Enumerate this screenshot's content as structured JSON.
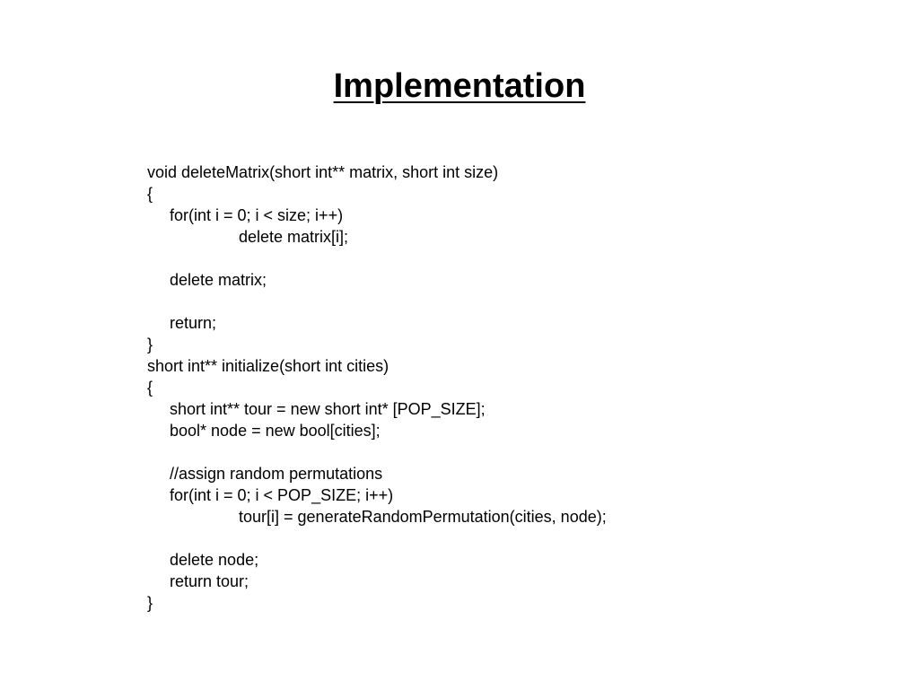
{
  "slide": {
    "title": "Implementation"
  },
  "code": {
    "lines": [
      {
        "text": "void deleteMatrix(short int** matrix, short int size)",
        "indent": 0
      },
      {
        "text": "{",
        "indent": 0
      },
      {
        "text": "for(int i = 0; i < size; i++)",
        "indent": 1
      },
      {
        "text": "delete matrix[i];",
        "indent": 2
      },
      {
        "text": "",
        "indent": 0
      },
      {
        "text": "delete matrix;",
        "indent": 1
      },
      {
        "text": "",
        "indent": 0
      },
      {
        "text": "return;",
        "indent": 1
      },
      {
        "text": "}",
        "indent": 0
      },
      {
        "text": "short int** initialize(short int cities)",
        "indent": 0
      },
      {
        "text": "{",
        "indent": 0
      },
      {
        "text": "short int** tour = new short int* [POP_SIZE];",
        "indent": 1
      },
      {
        "text": "bool* node = new bool[cities];",
        "indent": 1
      },
      {
        "text": "",
        "indent": 0
      },
      {
        "text": "//assign random permutations",
        "indent": 1
      },
      {
        "text": "for(int i = 0; i < POP_SIZE; i++)",
        "indent": 1
      },
      {
        "text": "tour[i] = generateRandomPermutation(cities, node);",
        "indent": 2
      },
      {
        "text": "",
        "indent": 0
      },
      {
        "text": "delete node;",
        "indent": 1
      },
      {
        "text": "return tour;",
        "indent": 1
      },
      {
        "text": "}",
        "indent": 0
      }
    ]
  }
}
